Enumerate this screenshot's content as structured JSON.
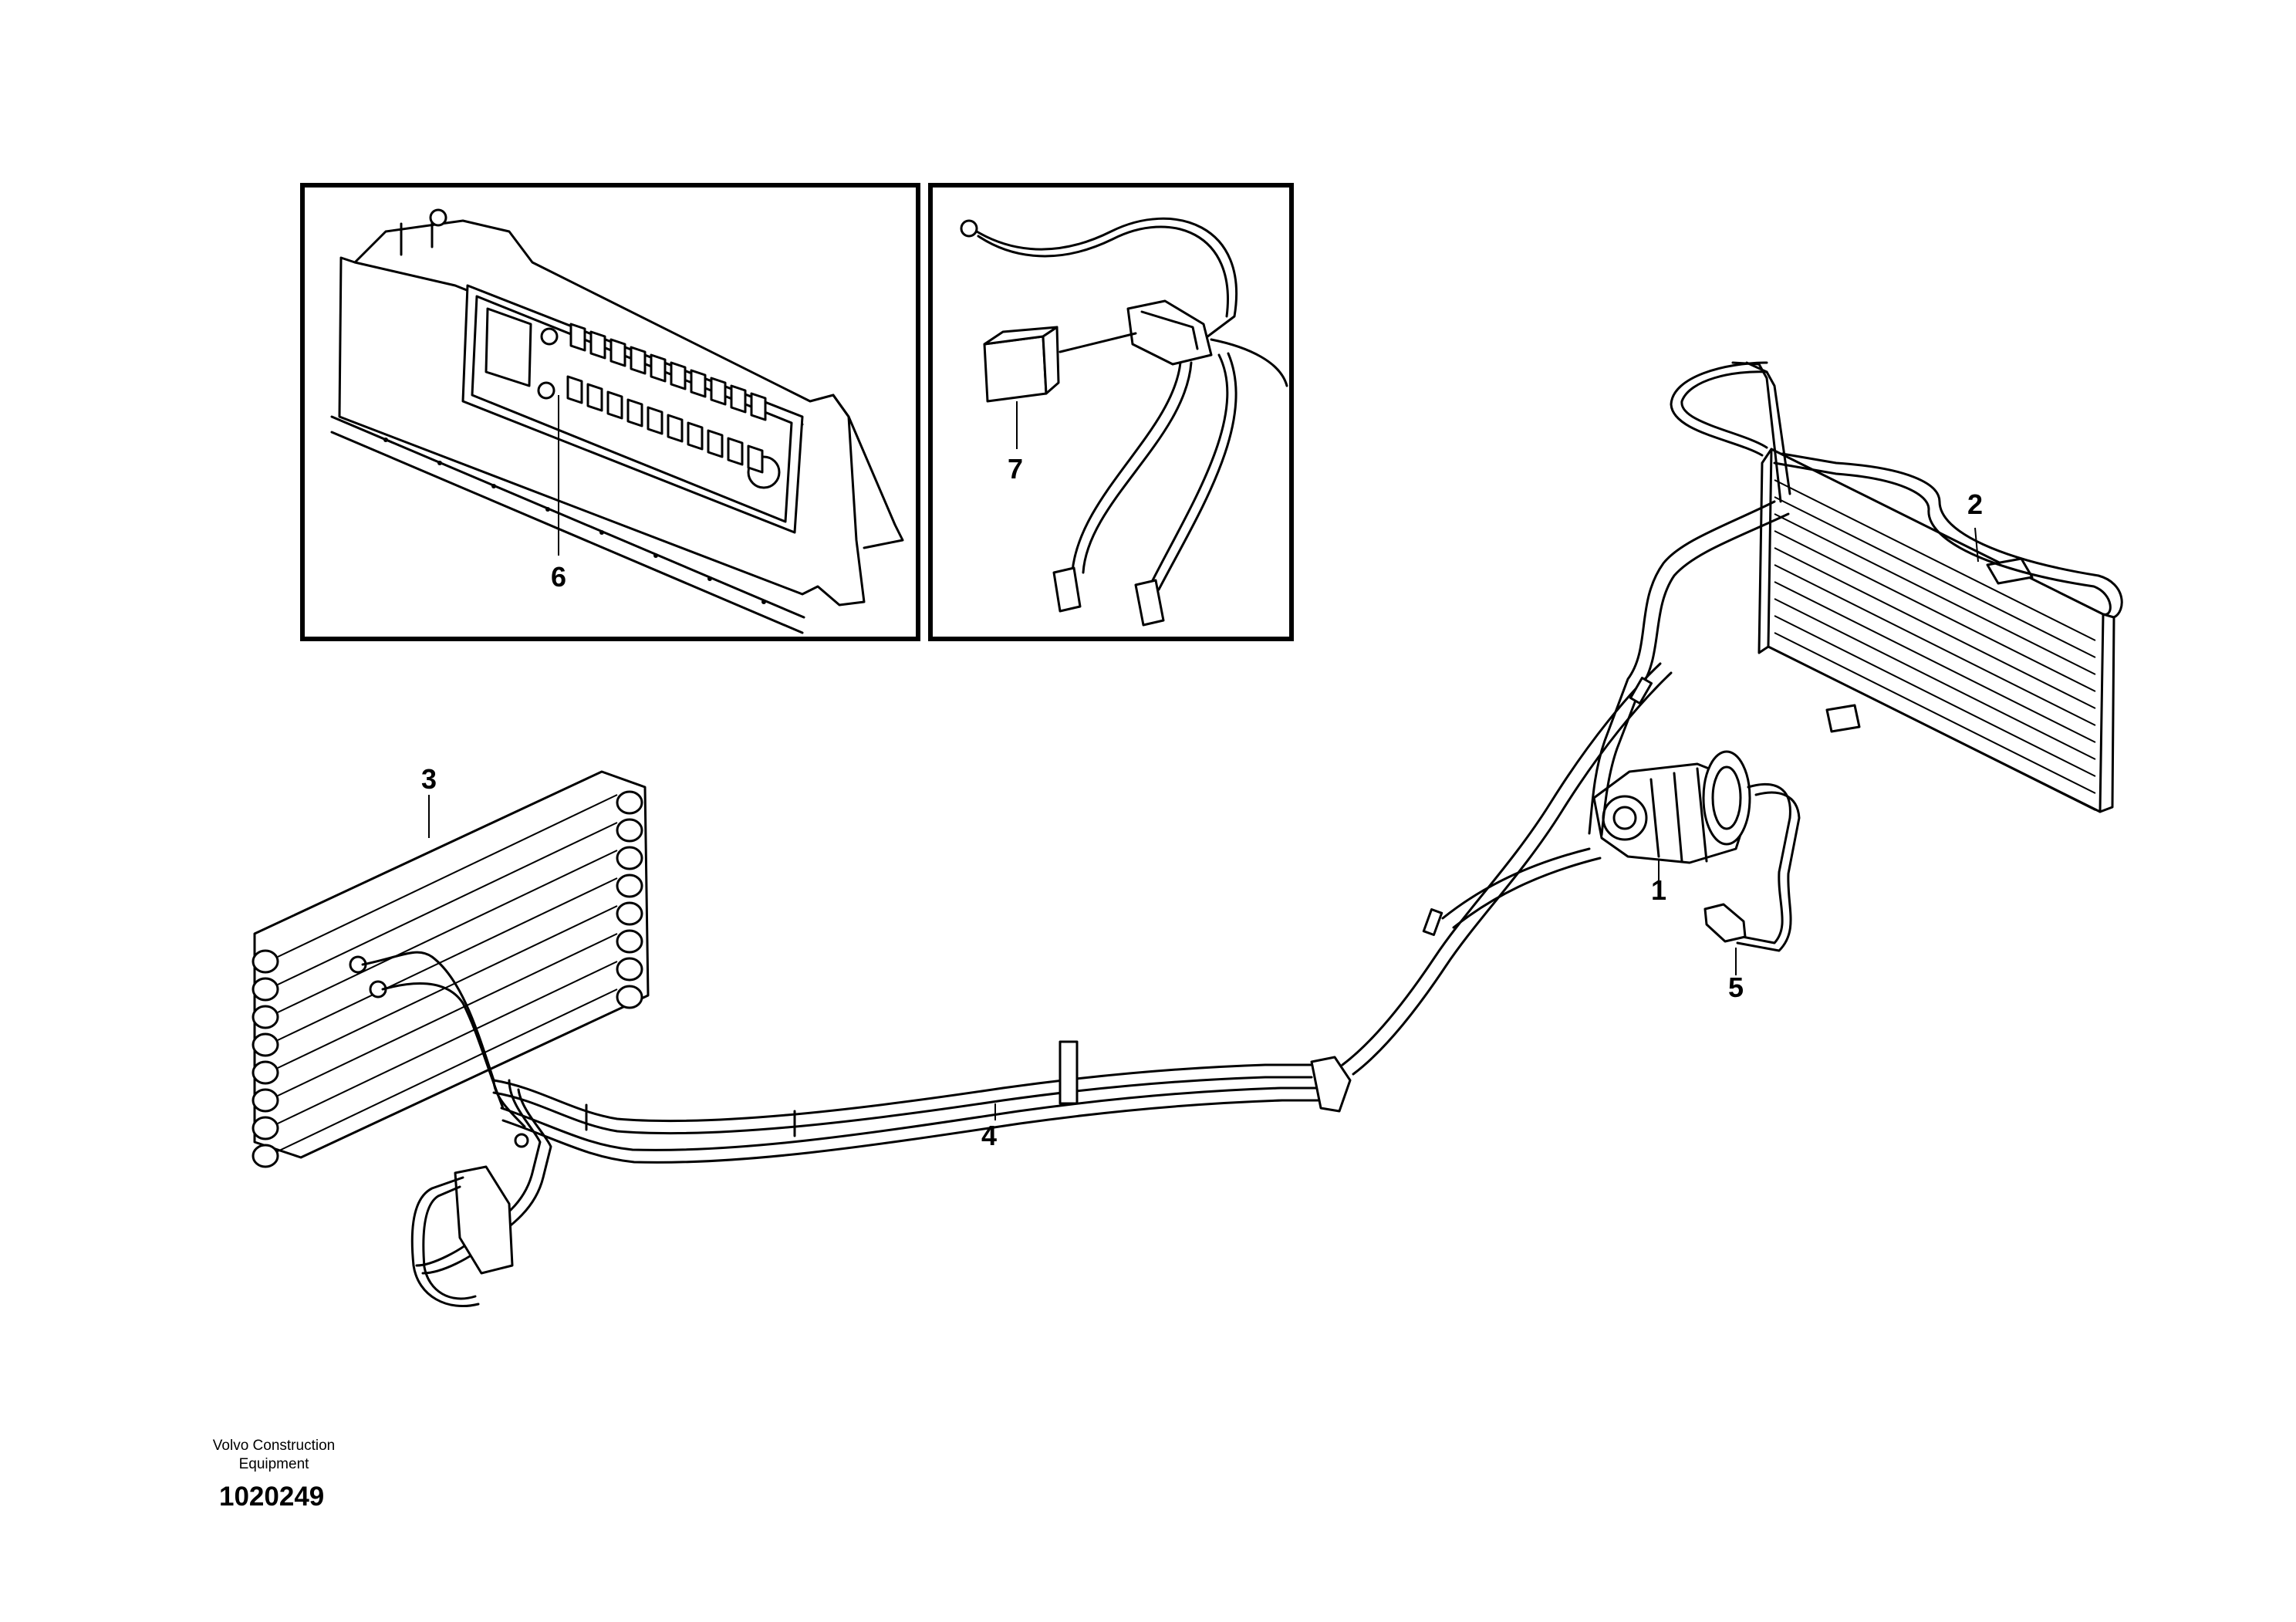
{
  "callouts": {
    "part_1": "1",
    "part_2": "2",
    "part_3": "3",
    "part_4": "4",
    "part_5": "5",
    "part_6": "6",
    "part_7": "7"
  },
  "footer": {
    "brand_line_1": "Volvo Construction",
    "brand_line_2": "Equipment",
    "document_number": "1020249"
  }
}
